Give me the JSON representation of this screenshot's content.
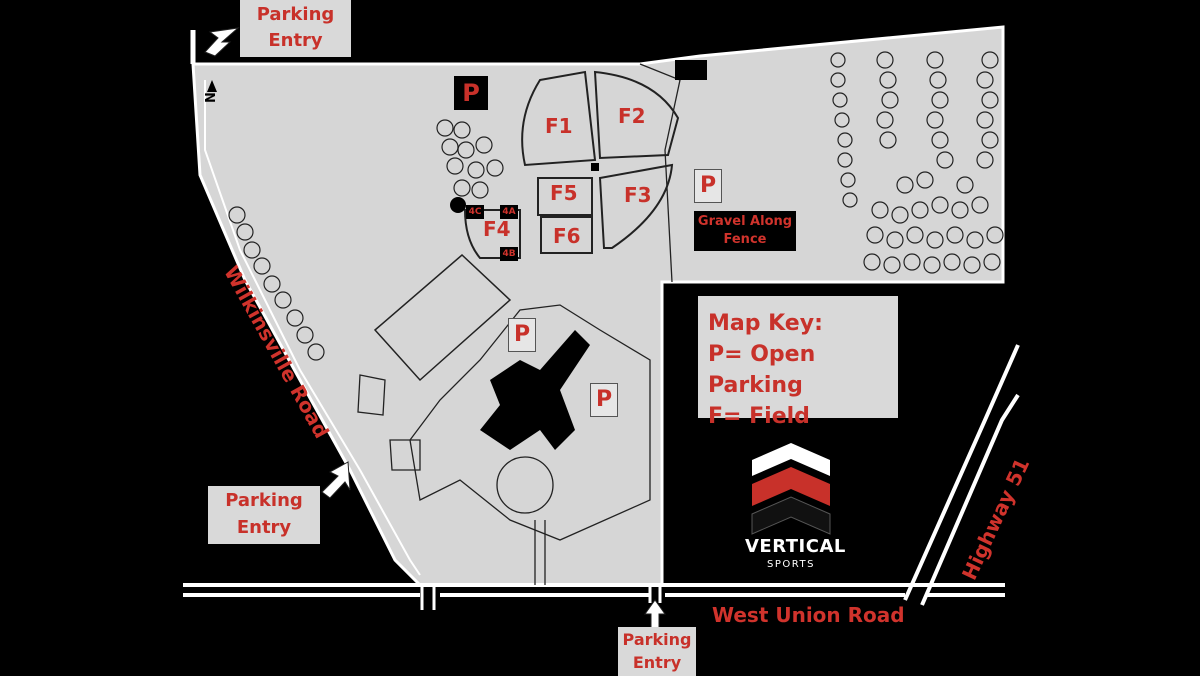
{
  "entries": {
    "top": [
      "Parking",
      "Entry"
    ],
    "left": [
      "Parking",
      "Entry"
    ],
    "bottom": [
      "Parking",
      "Entry"
    ]
  },
  "fields": [
    "F1",
    "F2",
    "F3",
    "F4",
    "F5",
    "F6"
  ],
  "sub_fields": [
    "4C",
    "4A",
    "4B"
  ],
  "parking_symbol": "P",
  "gravel_note": [
    "Gravel Along",
    "Fence"
  ],
  "map_key": {
    "title": "Map Key:",
    "p_line": "P= Open Parking",
    "f_line": "F= Field"
  },
  "roads": {
    "wilkinsville": "Wilkinsville Road",
    "west_union": "West Union Road",
    "highway": "Highway 51"
  },
  "north": "N",
  "logo": {
    "name": "VERTICAL",
    "sub": "SPORTS"
  },
  "colors": {
    "accent_red": "#c8312a",
    "land": "#d6d6d6",
    "background": "#000000"
  }
}
